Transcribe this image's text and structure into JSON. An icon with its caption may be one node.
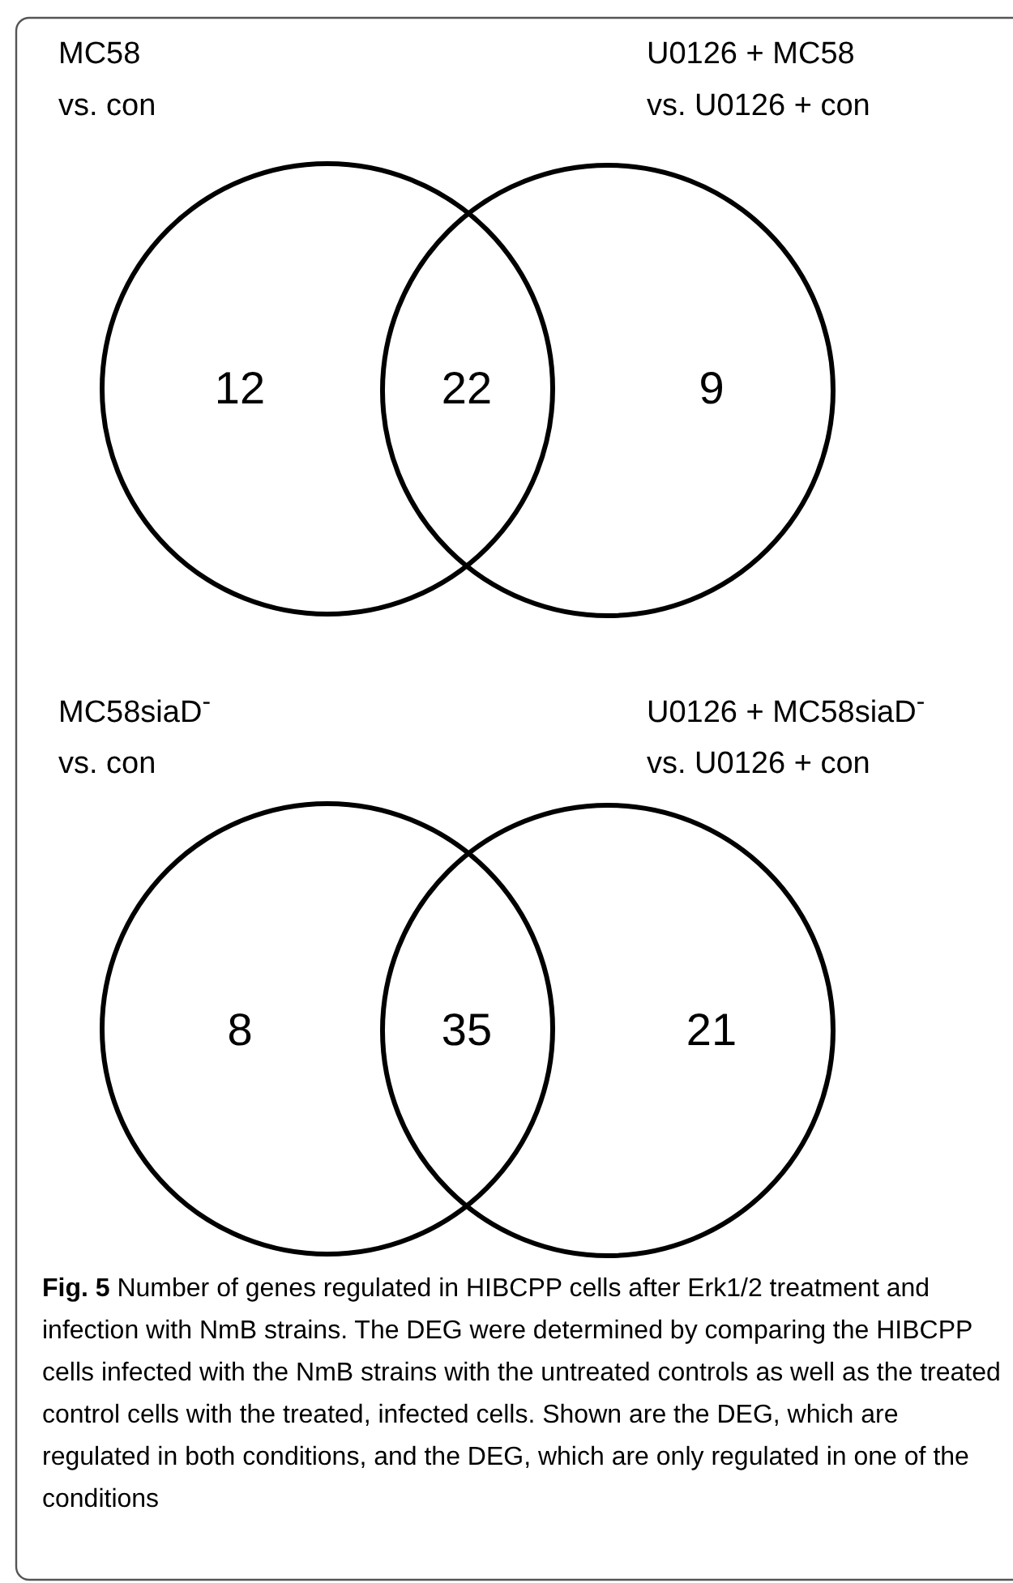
{
  "diagram": {
    "caption": "**Fig. 5** Number of genes regulated in HIBCPP cells after Erk1/2 treatment and infection with NmB strains. The DEG were determined by comparing the HIBCPP cells infected with the NmB strains with the untreated controls as well as the treated control cells with the treated, infected cells. Shown are the DEG, which are regulated in both conditions, and the DEG, which are only regulated in one of the conditions",
    "nodes": [
      {
        "text": [
          "MC58 vs. con"
        ]
      },
      {
        "text": [
          "U0126 + MC58 vs. U0126 + con"
        ]
      },
      {
        "text": [
          "MC58siaD$^{-}$ vs. con"
        ]
      },
      {
        "text": [
          "U0126 + MC58siaD$^{-}$ vs. U0126 + con"
        ]
      }
    ],
    "labels": [
      "12",
      "22",
      "9",
      "8",
      "35",
      "21"
    ]
  }
}
